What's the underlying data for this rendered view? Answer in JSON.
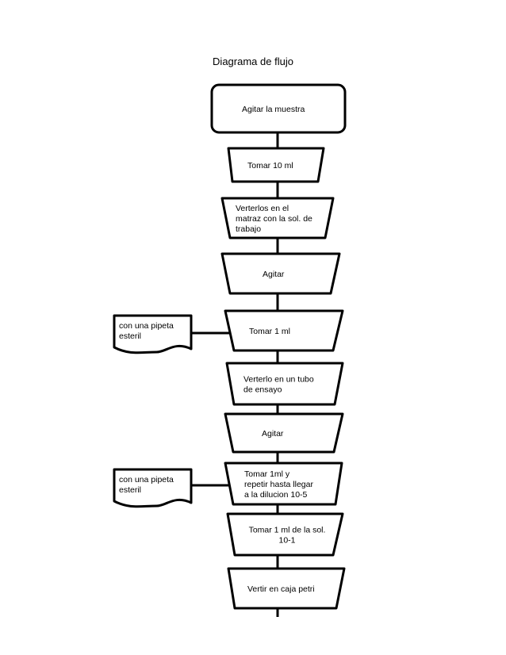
{
  "title": "Diagrama de flujo",
  "steps": [
    {
      "lines": [
        "Agitar la muestra"
      ]
    },
    {
      "lines": [
        "Tomar 10 ml"
      ]
    },
    {
      "lines": [
        "Verterlos en el",
        "matraz con la sol. de",
        "trabajo"
      ]
    },
    {
      "lines": [
        "Agitar"
      ]
    },
    {
      "lines": [
        "Tomar 1 ml"
      ]
    },
    {
      "lines": [
        "Verterlo en un tubo",
        "de ensayo"
      ]
    },
    {
      "lines": [
        "Agitar"
      ]
    },
    {
      "lines": [
        "Tomar 1ml y",
        "repetir hasta llegar",
        "a la dilucion 10-5"
      ]
    },
    {
      "lines": [
        "Tomar 1 ml de la sol.",
        "10-1"
      ]
    },
    {
      "lines": [
        "Vertir en caja petri"
      ]
    }
  ],
  "notes": [
    {
      "lines": [
        "con una pipeta",
        "esteril"
      ],
      "attached_to_step": 4
    },
    {
      "lines": [
        "con una pipeta",
        "esteril"
      ],
      "attached_to_step": 7
    }
  ]
}
